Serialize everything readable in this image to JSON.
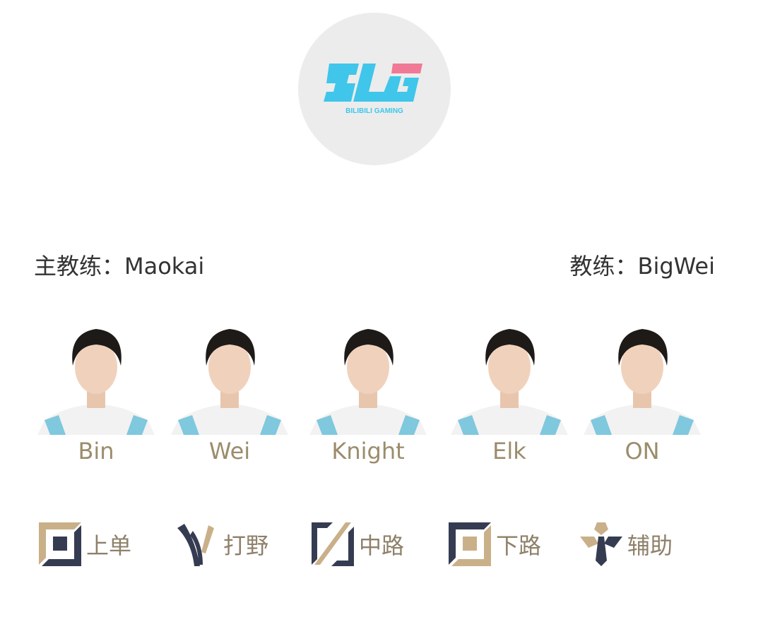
{
  "team": {
    "logo_text": "BLG",
    "logo_subtext": "BILIBILI GAMING",
    "colors": {
      "cyan": "#3fc6ea",
      "pink": "#f07a96"
    }
  },
  "coaches": {
    "head": "主教练：Maokai",
    "assistant": "教练：BigWei"
  },
  "players": [
    {
      "name": "Bin"
    },
    {
      "name": "Wei"
    },
    {
      "name": "Knight"
    },
    {
      "name": "Elk"
    },
    {
      "name": "ON"
    }
  ],
  "roles": [
    {
      "label": "上单",
      "icon": "top-lane-icon"
    },
    {
      "label": "打野",
      "icon": "jungle-icon"
    },
    {
      "label": "中路",
      "icon": "mid-lane-icon"
    },
    {
      "label": "下路",
      "icon": "bot-lane-icon"
    },
    {
      "label": "辅助",
      "icon": "support-icon"
    }
  ],
  "colors": {
    "navy": "#353c52",
    "gold": "#c9b089"
  }
}
